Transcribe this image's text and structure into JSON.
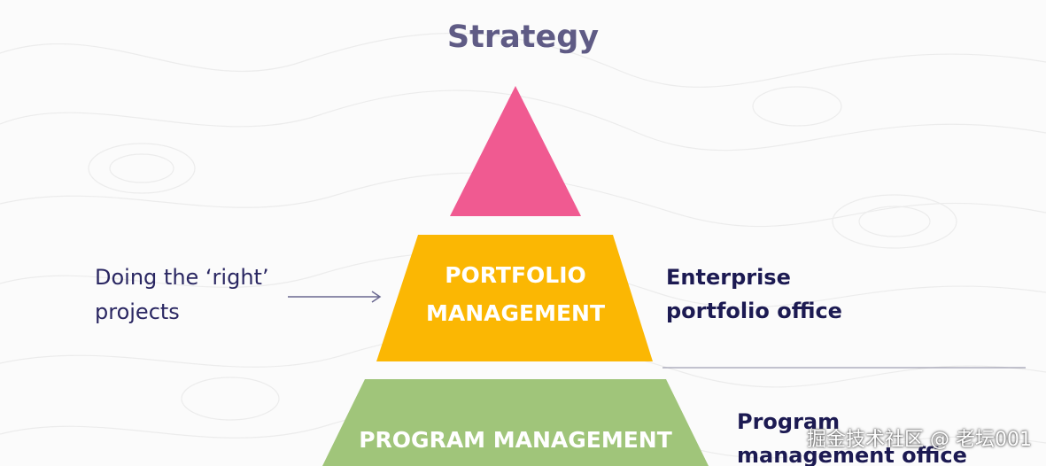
{
  "title": "Strategy",
  "layers": [
    {
      "label_lines": [],
      "color": "#f05a91"
    },
    {
      "label_lines": [
        "PORTFOLIO",
        "MANAGEMENT"
      ],
      "color": "#fbb703"
    },
    {
      "label_lines": [
        "PROGRAM MANAGEMENT"
      ],
      "color": "#a0c57a"
    }
  ],
  "left_note": {
    "lines": [
      "Doing the ‘right’",
      "projects"
    ]
  },
  "right_notes": [
    {
      "lines": [
        "Enterprise",
        "portfolio office"
      ]
    },
    {
      "lines": [
        "Program",
        "management office"
      ]
    }
  ],
  "watermark": "掘金技术社区 @ 老坛001",
  "colors": {
    "title": "#5f5b85",
    "text": "#1c1a52",
    "arrow": "#6a6890",
    "divider": "#8a8aa0"
  }
}
